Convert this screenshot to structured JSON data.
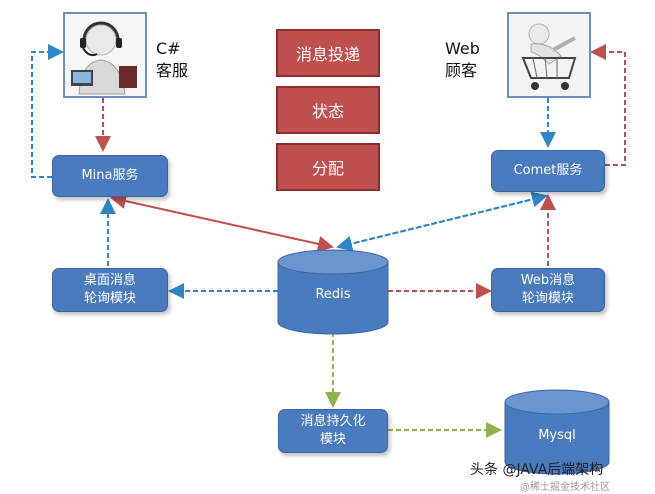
{
  "nodes": {
    "mina": "Mina服务",
    "comet": "Comet服务",
    "desktop_poll": [
      "桌面消息",
      "轮询模块"
    ],
    "web_poll": [
      "Web消息",
      "轮询模块"
    ],
    "redis": "Redis",
    "persist": [
      "消息持久化",
      "模块"
    ],
    "mysql": "Mysql"
  },
  "actors": {
    "csharp": [
      "C#",
      "客服"
    ],
    "web": [
      "Web",
      "顾客"
    ]
  },
  "legend": [
    "消息投递",
    "状态",
    "分配"
  ],
  "watermark": {
    "main": "头条 @JAVA后端架构",
    "sub": "@稀土掘金技术社区"
  },
  "colors": {
    "box_blue": "#4a7bbf",
    "legend_red": "#c0504d",
    "red_arrow": "#c0504d",
    "blue_arrow": "#2e86c9",
    "green_arrow": "#8fb24a"
  }
}
